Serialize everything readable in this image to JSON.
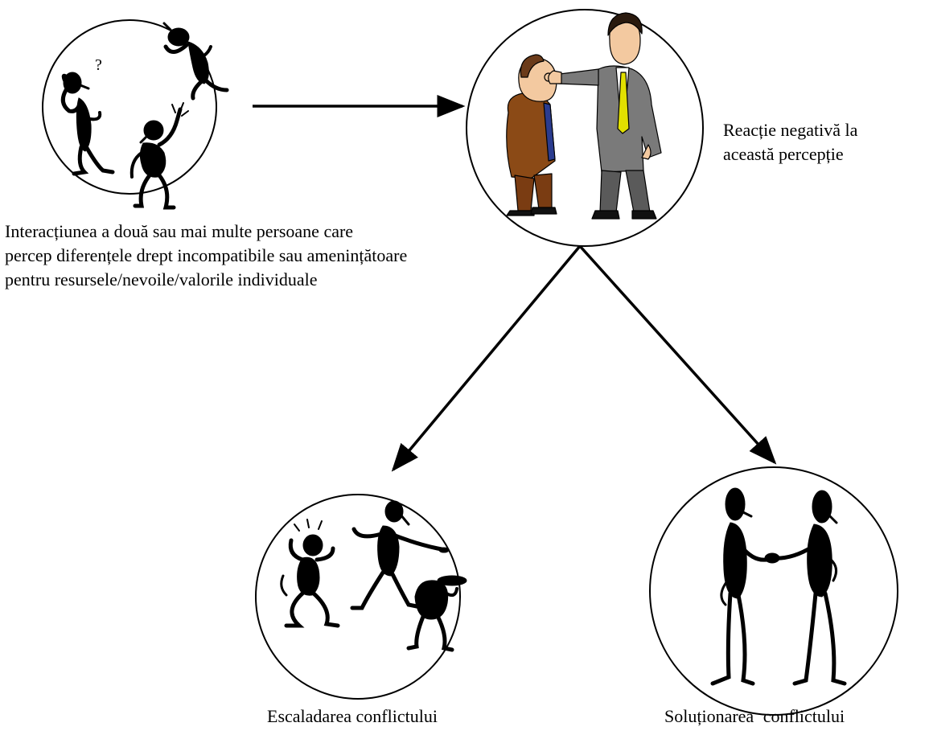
{
  "nodes": {
    "interaction": {
      "lines": [
        "Interacțiunea a două sau mai multe persoane care",
        "percep diferențele drept incompatibile sau amenințătoare",
        "pentru resursele/nevoile/valorile individuale"
      ],
      "illustration": "three-confused-stick-figures"
    },
    "reaction": {
      "lines": [
        "Reacție negativă la",
        "această percepție"
      ],
      "illustration": "businessman-pushing-head-of-colleague"
    },
    "escalation": {
      "lines": [
        "Escaladarea conflictului"
      ],
      "illustration": "three-agitated-stick-figures"
    },
    "resolution": {
      "lines": [
        "Soluționarea conflictului"
      ],
      "illustration": "two-stick-figures-shaking-hands"
    }
  },
  "colors": {
    "stroke": "#000000",
    "suit_gray": "#7a7a7a",
    "suit_brown": "#8b4a16",
    "tie_yellow": "#e2e000",
    "skin": "#f3c9a0"
  }
}
